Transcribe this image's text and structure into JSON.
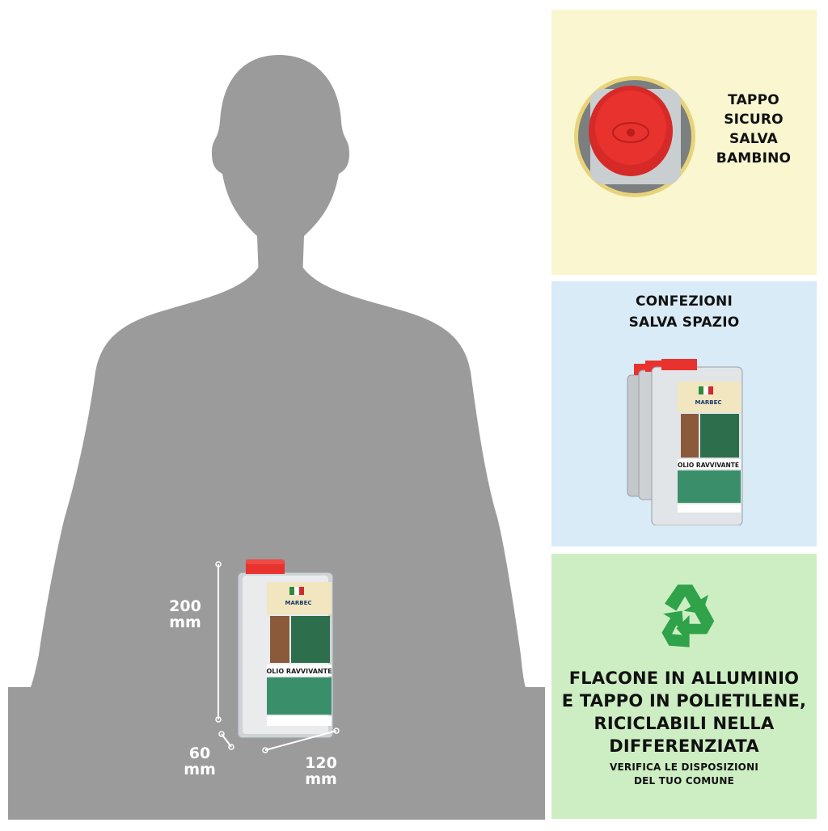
{
  "dimensions": {
    "height_value": "200",
    "height_unit": "mm",
    "depth_value": "60",
    "depth_unit": "mm",
    "width_value": "120",
    "width_unit": "mm"
  },
  "product": {
    "brand": "MARBEC",
    "name": "OLIO RAVVIVANTE"
  },
  "panels": {
    "cap": {
      "lines": [
        "TAPPO",
        "SICURO",
        "SALVA",
        "BAMBINO"
      ]
    },
    "pack": {
      "lines": [
        "CONFEZIONI",
        "SALVA SPAZIO"
      ]
    },
    "recycle": {
      "main_lines": [
        "FLACONE IN ALLUMINIO",
        "E TAPPO IN POLIETILENE,",
        "RICICLABILI NELLA",
        "DIFFERENZIATA"
      ],
      "sub_lines": [
        "VERIFICA LE DISPOSIZIONI",
        "DEL TUO COMUNE"
      ]
    }
  },
  "colors": {
    "silhouette": "#9b9b9b",
    "cap_panel": "#faf6cf",
    "pack_panel": "#d8ebf7",
    "recycle_panel": "#cdeec2",
    "recycle_icon": "#2fa24a",
    "cap_red": "#e8322e"
  },
  "icons": {
    "recycle": "recycle-icon",
    "cap": "child-safe-cap-image",
    "silhouette": "person-silhouette"
  }
}
